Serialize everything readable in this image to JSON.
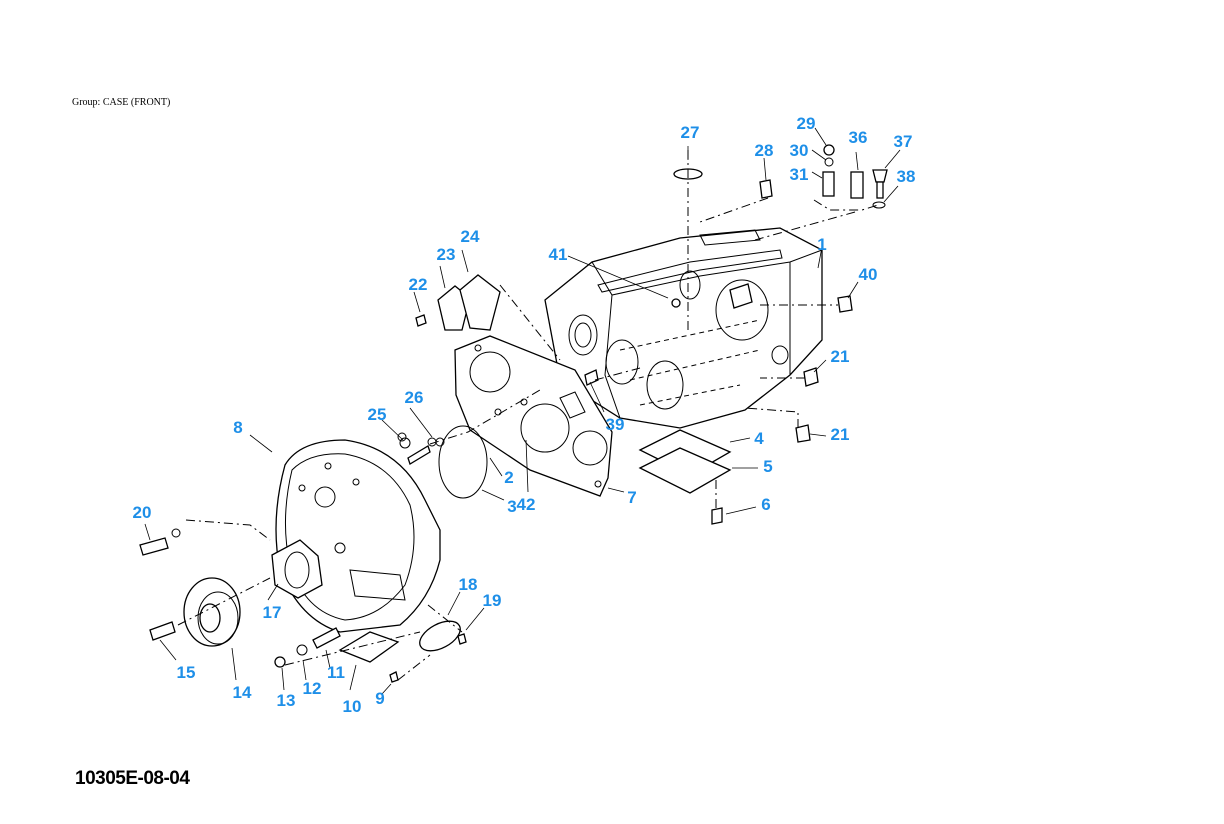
{
  "header": {
    "group_label": "Group: CASE (FRONT)"
  },
  "footer": {
    "diagram_code": "10305E-08-04"
  },
  "callout_color": "#1E8FE8",
  "callouts": [
    {
      "n": "1"
    },
    {
      "n": "2"
    },
    {
      "n": "3"
    },
    {
      "n": "4"
    },
    {
      "n": "5"
    },
    {
      "n": "6"
    },
    {
      "n": "7"
    },
    {
      "n": "8"
    },
    {
      "n": "9"
    },
    {
      "n": "10"
    },
    {
      "n": "11"
    },
    {
      "n": "12"
    },
    {
      "n": "13"
    },
    {
      "n": "14"
    },
    {
      "n": "15"
    },
    {
      "n": "17"
    },
    {
      "n": "18"
    },
    {
      "n": "19"
    },
    {
      "n": "20"
    },
    {
      "n": "21"
    },
    {
      "n": "21"
    },
    {
      "n": "22"
    },
    {
      "n": "23"
    },
    {
      "n": "24"
    },
    {
      "n": "25"
    },
    {
      "n": "26"
    },
    {
      "n": "27"
    },
    {
      "n": "28"
    },
    {
      "n": "29"
    },
    {
      "n": "30"
    },
    {
      "n": "31"
    },
    {
      "n": "36"
    },
    {
      "n": "37"
    },
    {
      "n": "38"
    },
    {
      "n": "39"
    },
    {
      "n": "40"
    },
    {
      "n": "41"
    },
    {
      "n": "42"
    }
  ]
}
